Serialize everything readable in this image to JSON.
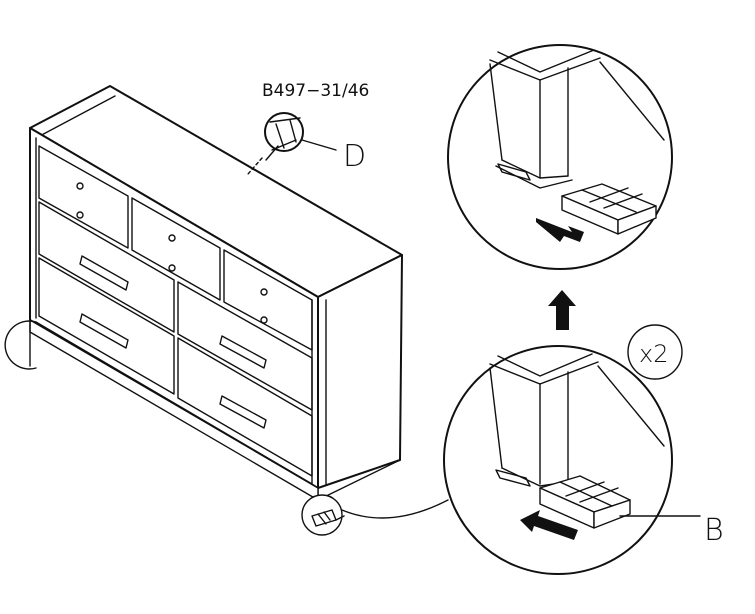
{
  "labels": {
    "part_code": "B497−31/46",
    "part_d": "D",
    "part_b": "B",
    "quantity": "x2"
  },
  "colors": {
    "line": "#111111",
    "background": "#ffffff"
  },
  "icons": [
    "arrow-up-icon",
    "arrow-left-icon",
    "arrow-right-icon"
  ]
}
